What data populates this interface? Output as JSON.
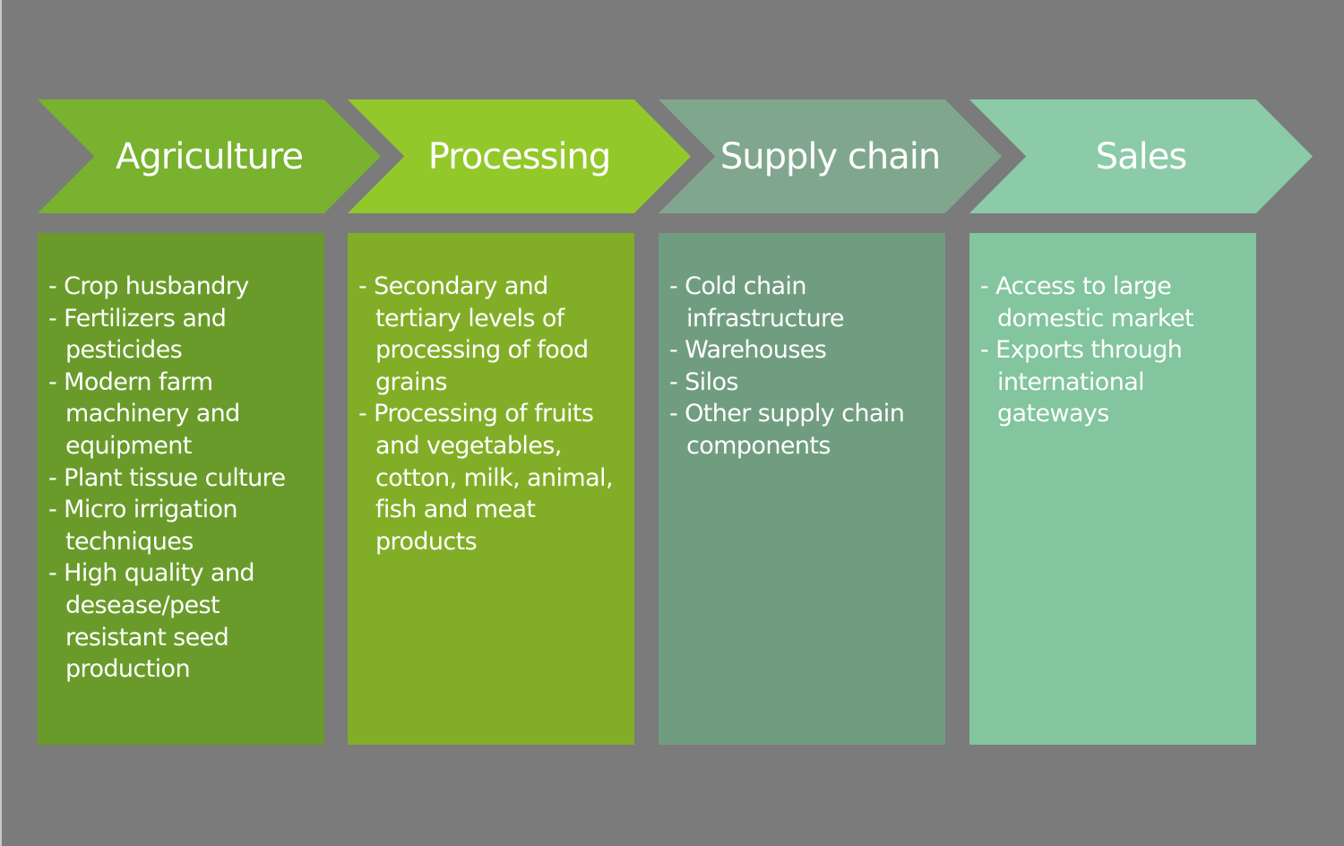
{
  "stages": [
    {
      "title": "Agriculture",
      "arrow_color": "#78b22e",
      "box_color": "#6a9b2a",
      "items": [
        "Crop husbandry",
        "Fertilizers and pesticides",
        "Modern farm machinery and equipment",
        "Plant tissue culture",
        "Micro irrigation techniques",
        "High quality and desease/pest resistant seed production"
      ]
    },
    {
      "title": "Processing",
      "arrow_color": "#93c82a",
      "box_color": "#82ae27",
      "items": [
        "Secondary and tertiary levels of processing of food grains",
        "Processing of fruits and vegetables, cotton, milk, animal, fish and meat products"
      ]
    },
    {
      "title": "Supply chain",
      "arrow_color": "#80a78d",
      "box_color": "#709d7f",
      "items": [
        "Cold chain infrastructure",
        "Warehouses",
        "Silos",
        "Other supply chain components"
      ]
    },
    {
      "title": "Sales",
      "arrow_color": "#8ccba8",
      "box_color": "#82c59e",
      "items": [
        "Access to large domestic market",
        "Exports through international gateways"
      ]
    }
  ],
  "background_color": "#7b7b7b"
}
